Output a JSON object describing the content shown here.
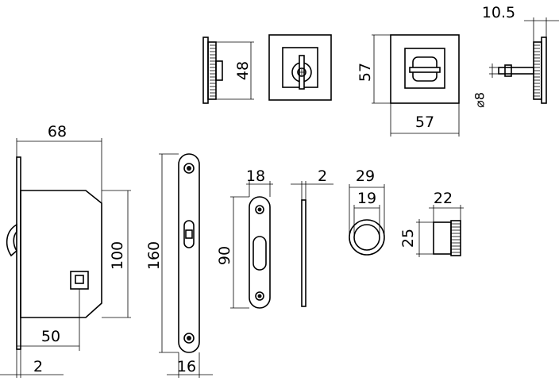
{
  "dimensions": {
    "rosette_offset": "10.5",
    "rosette_height_small": "48",
    "rosette_height": "57",
    "rosette_width": "57",
    "spindle_diameter": "⌀8",
    "lock_depth": "68",
    "lock_height": "100",
    "backset": "50",
    "faceplate_thickness": "2",
    "faceplate_length": "160",
    "faceplate_width": "16",
    "strike_width": "18",
    "strike_length": "90",
    "plate_thickness": "2",
    "pull_outer": "29",
    "pull_inner": "19",
    "knob_width": "22",
    "knob_height": "25"
  }
}
